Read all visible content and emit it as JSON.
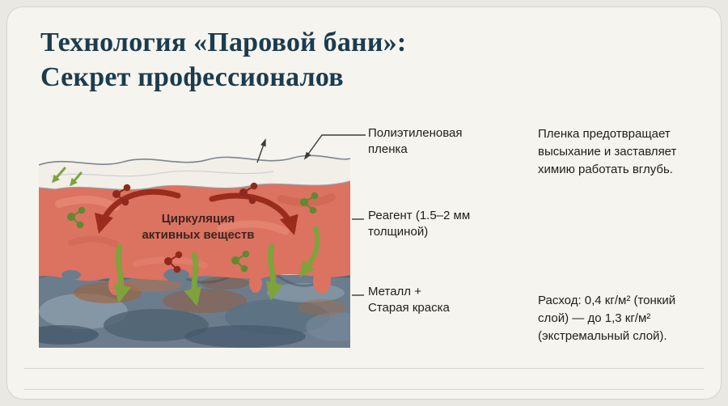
{
  "colors": {
    "page-bg": "#e9e8e2",
    "card-bg": "#f5f4ee",
    "title": "#1b3c4e",
    "text": "#1e1e1c",
    "line": "#3a3a3a",
    "divider": "#d6d5ce",
    "film": "#f1efe7",
    "reagent": "#dc7260",
    "metal": "#6b7d8d",
    "arrow-red": "#9a2c1e",
    "arrow-green": "#7fa23c",
    "molecule-green": "#5d8a33",
    "molecule-red": "#8e2a1d"
  },
  "title": "Технология «Паровой бани»:\nСекрет профессионалов",
  "diagram": {
    "center_line1": "Циркуляция",
    "center_line2": "активных веществ",
    "label_film": "Полиэтиленовая\nпленка",
    "label_reagent": "Реагент (1.5–2 мм\nтолщиной)",
    "label_metal": "Металл +\nСтарая краска"
  },
  "notes": {
    "film": "Пленка предотвращает\nвысыхание и заставляет\nхимию работать вглубь.",
    "consumption": "Расход: 0,4 кг/м² (тонкий\nслой) — до 1,3 кг/м²\n(экстремальный слой)."
  }
}
